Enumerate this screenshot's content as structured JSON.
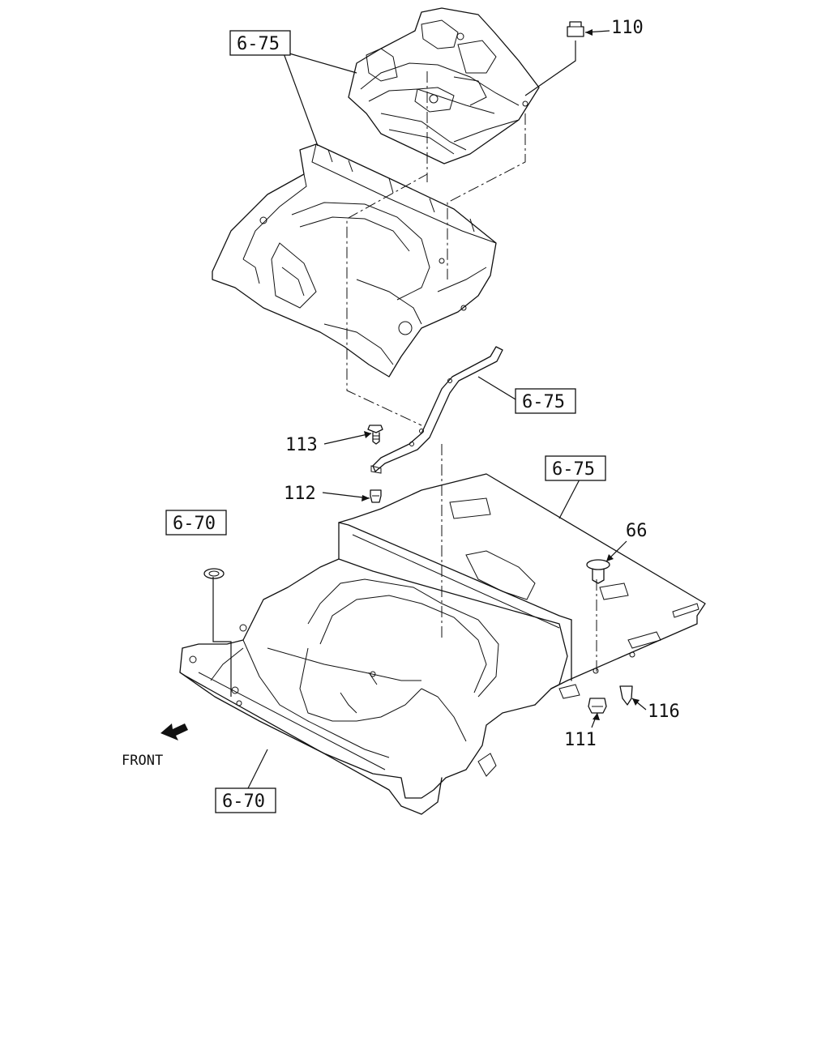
{
  "callouts": {
    "c110": "110",
    "c113": "113",
    "c112": "112",
    "c66": "66",
    "c111": "111",
    "c116": "116"
  },
  "refs": {
    "r675_top": "6-75",
    "r675_mid": "6-75",
    "r675_right": "6-75",
    "r670_left": "6-70",
    "r670_bottom": "6-70"
  },
  "direction": {
    "label": "FRONT",
    "icon": "arrow-down-left-icon"
  }
}
